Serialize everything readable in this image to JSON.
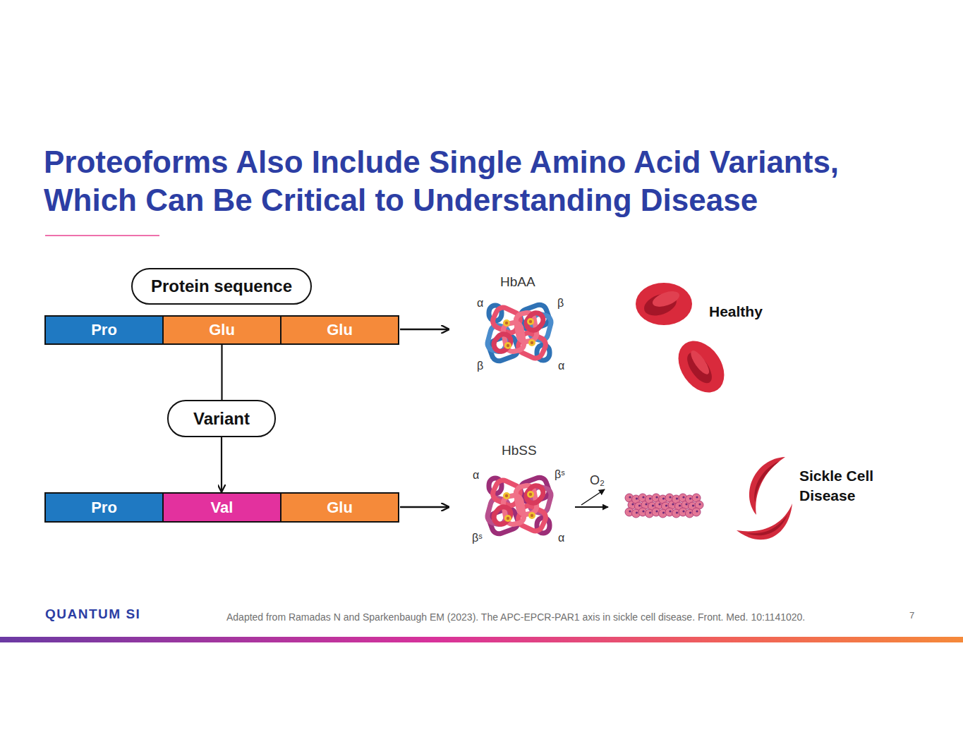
{
  "diagram": {
    "title": "Proteoforms Also Include Single Amino Acid Variants, Which Can Be Critical to Understanding Disease",
    "nodes": [
      {
        "text": [
          "Protein sequence"
        ]
      },
      {
        "text": [
          "Pro"
        ]
      },
      {
        "text": [
          "Glu"
        ]
      },
      {
        "text": [
          "Glu"
        ]
      },
      {
        "text": [
          "Variant"
        ]
      },
      {
        "text": [
          "Pro"
        ]
      },
      {
        "text": [
          "Val"
        ]
      },
      {
        "text": [
          "Glu"
        ]
      }
    ],
    "edges": [
      {
        "from": 2,
        "to": 4,
        "arrow": "none"
      },
      {
        "from": 4,
        "to": 6,
        "arrow": "to"
      }
    ],
    "labels": [
      "HbAA",
      "α",
      "β",
      "β",
      "α",
      "Healthy",
      "HbSS",
      "α",
      "βˢ",
      "O₂",
      "βˢ",
      "α",
      "Sickle Cell Disease",
      "QUANTUM SI",
      "Adapted from Ramadas N and Sparkenbaugh EM (2023). The APC-EPCR-PAR1 axis in sickle cell disease. Front. Med. 10:1141020.",
      "7"
    ]
  }
}
